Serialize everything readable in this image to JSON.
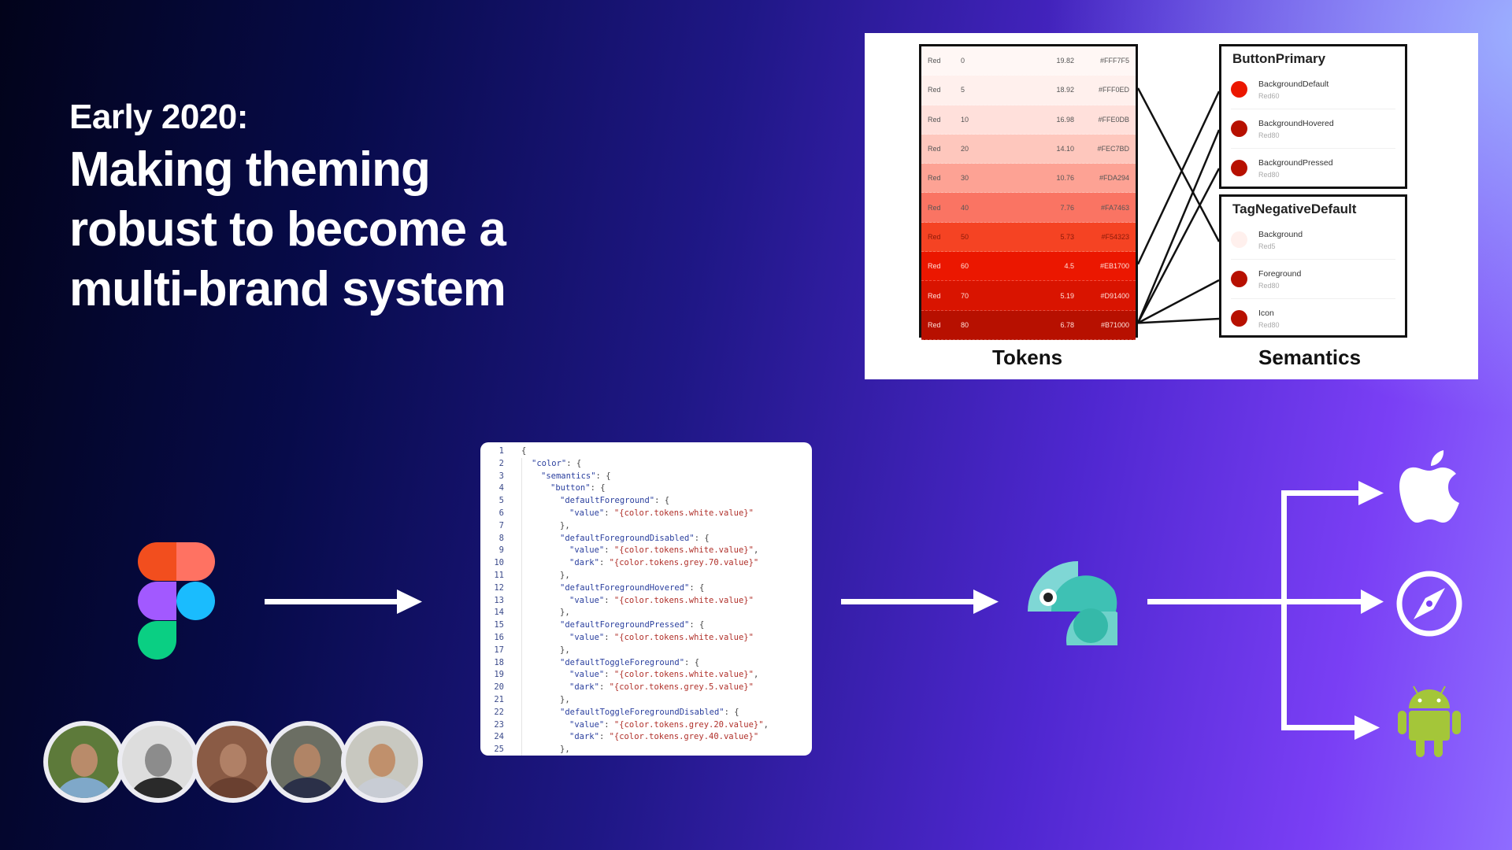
{
  "slide": {
    "eyebrow": "Early 2020:",
    "headline_lines": [
      "Making theming",
      "robust to become a",
      "multi-brand system"
    ]
  },
  "diagram": {
    "tokens_caption": "Tokens",
    "semantics_caption": "Semantics",
    "tokens": [
      {
        "name": "Red",
        "step": "0",
        "contrast": "19.82",
        "hex": "#FFF7F5",
        "text_color": "#555555"
      },
      {
        "name": "Red",
        "step": "5",
        "contrast": "18.92",
        "hex": "#FFF0ED",
        "text_color": "#555555"
      },
      {
        "name": "Red",
        "step": "10",
        "contrast": "16.98",
        "hex": "#FFE0DB",
        "text_color": "#555555"
      },
      {
        "name": "Red",
        "step": "20",
        "contrast": "14.10",
        "hex": "#FEC7BD",
        "text_color": "#555555"
      },
      {
        "name": "Red",
        "step": "30",
        "contrast": "10.76",
        "hex": "#FDA294",
        "text_color": "#555555"
      },
      {
        "name": "Red",
        "step": "40",
        "contrast": "7.76",
        "hex": "#FA7463",
        "text_color": "#555555"
      },
      {
        "name": "Red",
        "step": "50",
        "contrast": "5.73",
        "hex": "#F54323",
        "text_color": "#8a1a0a"
      },
      {
        "name": "Red",
        "step": "60",
        "contrast": "4.5",
        "hex": "#EB1700",
        "text_color": "#ffe0da"
      },
      {
        "name": "Red",
        "step": "70",
        "contrast": "5.19",
        "hex": "#D91400",
        "text_color": "#ffe0da"
      },
      {
        "name": "Red",
        "step": "80",
        "contrast": "6.78",
        "hex": "#B71000",
        "text_color": "#ffe0da"
      }
    ],
    "semantic_groups": [
      {
        "title": "ButtonPrimary",
        "items": [
          {
            "label": "BackgroundDefault",
            "token": "Red60",
            "color": "#EB1700"
          },
          {
            "label": "BackgroundHovered",
            "token": "Red80",
            "color": "#B71000"
          },
          {
            "label": "BackgroundPressed",
            "token": "Red80",
            "color": "#B71000"
          }
        ]
      },
      {
        "title": "TagNegativeDefault",
        "items": [
          {
            "label": "Background",
            "token": "Red5",
            "color": "#FFF0ED"
          },
          {
            "label": "Foreground",
            "token": "Red80",
            "color": "#B71000"
          },
          {
            "label": "Icon",
            "token": "Red80",
            "color": "#B71000"
          }
        ]
      }
    ],
    "connections": [
      {
        "from_token": "5",
        "to": "TagNegativeDefault.Background"
      },
      {
        "from_token": "60",
        "to": "ButtonPrimary.BackgroundDefault"
      },
      {
        "from_token": "80",
        "to": "ButtonPrimary.BackgroundHovered"
      },
      {
        "from_token": "80",
        "to": "ButtonPrimary.BackgroundPressed"
      },
      {
        "from_token": "80",
        "to": "TagNegativeDefault.Foreground"
      },
      {
        "from_token": "80",
        "to": "TagNegativeDefault.Icon"
      }
    ]
  },
  "code": {
    "lines": [
      {
        "n": "1",
        "indent": 0,
        "key": "",
        "rest": "{"
      },
      {
        "n": "2",
        "indent": 1,
        "key": "\"color\"",
        "rest": ": {"
      },
      {
        "n": "3",
        "indent": 2,
        "key": "\"semantics\"",
        "rest": ": {"
      },
      {
        "n": "4",
        "indent": 3,
        "key": "\"button\"",
        "rest": ": {"
      },
      {
        "n": "5",
        "indent": 4,
        "key": "\"defaultForeground\"",
        "rest": ": {"
      },
      {
        "n": "6",
        "indent": 5,
        "key": "\"value\"",
        "rest": ": ",
        "str": "\"{color.tokens.white.value}\""
      },
      {
        "n": "7",
        "indent": 4,
        "key": "",
        "rest": "},"
      },
      {
        "n": "8",
        "indent": 4,
        "key": "\"defaultForegroundDisabled\"",
        "rest": ": {"
      },
      {
        "n": "9",
        "indent": 5,
        "key": "\"value\"",
        "rest": ": ",
        "str": "\"{color.tokens.white.value}\"",
        "tail": ","
      },
      {
        "n": "10",
        "indent": 5,
        "key": "\"dark\"",
        "rest": ": ",
        "str": "\"{color.tokens.grey.70.value}\""
      },
      {
        "n": "11",
        "indent": 4,
        "key": "",
        "rest": "},"
      },
      {
        "n": "12",
        "indent": 4,
        "key": "\"defaultForegroundHovered\"",
        "rest": ": {"
      },
      {
        "n": "13",
        "indent": 5,
        "key": "\"value\"",
        "rest": ": ",
        "str": "\"{color.tokens.white.value}\""
      },
      {
        "n": "14",
        "indent": 4,
        "key": "",
        "rest": "},"
      },
      {
        "n": "15",
        "indent": 4,
        "key": "\"defaultForegroundPressed\"",
        "rest": ": {"
      },
      {
        "n": "16",
        "indent": 5,
        "key": "\"value\"",
        "rest": ": ",
        "str": "\"{color.tokens.white.value}\""
      },
      {
        "n": "17",
        "indent": 4,
        "key": "",
        "rest": "},"
      },
      {
        "n": "18",
        "indent": 4,
        "key": "\"defaultToggleForeground\"",
        "rest": ": {"
      },
      {
        "n": "19",
        "indent": 5,
        "key": "\"value\"",
        "rest": ": ",
        "str": "\"{color.tokens.white.value}\"",
        "tail": ","
      },
      {
        "n": "20",
        "indent": 5,
        "key": "\"dark\"",
        "rest": ": ",
        "str": "\"{color.tokens.grey.5.value}\""
      },
      {
        "n": "21",
        "indent": 4,
        "key": "",
        "rest": "},"
      },
      {
        "n": "22",
        "indent": 4,
        "key": "\"defaultToggleForegroundDisabled\"",
        "rest": ": {"
      },
      {
        "n": "23",
        "indent": 5,
        "key": "\"value\"",
        "rest": ": ",
        "str": "\"{color.tokens.grey.20.value}\"",
        "tail": ","
      },
      {
        "n": "24",
        "indent": 5,
        "key": "\"dark\"",
        "rest": ": ",
        "str": "\"{color.tokens.grey.40.value}\""
      },
      {
        "n": "25",
        "indent": 4,
        "key": "",
        "rest": "},"
      }
    ]
  },
  "pipeline": {
    "source_icon": "figma-logo-icon",
    "transformer_icon": "chameleon-logo-icon",
    "targets": [
      {
        "name": "ios",
        "icon": "apple-icon"
      },
      {
        "name": "web",
        "icon": "compass-icon"
      },
      {
        "name": "android",
        "icon": "android-icon"
      }
    ]
  },
  "team": {
    "avatars": [
      {
        "name": "team-member-1",
        "bg": "#5d7a3a",
        "skin": "#b98b6a",
        "shirt": "#7fa8c9"
      },
      {
        "name": "team-member-2",
        "bg": "#dddddd",
        "skin": "#8c8c8c",
        "shirt": "#2a2a2a"
      },
      {
        "name": "team-member-3",
        "bg": "#8a5b45",
        "skin": "#b08066",
        "shirt": "#6a4030"
      },
      {
        "name": "team-member-4",
        "bg": "#6b6e63",
        "skin": "#b08466",
        "shirt": "#2b3048"
      },
      {
        "name": "team-member-5",
        "bg": "#c8c8c0",
        "skin": "#c0906c",
        "shirt": "#c8ccd4"
      }
    ]
  },
  "colors": {
    "arrow": "#ffffff",
    "android_green": "#a4c639",
    "figma_red": "#F24E1E",
    "figma_coral": "#FF7262",
    "figma_purple": "#A259FF",
    "figma_blue": "#1ABCFE",
    "figma_green": "#0ACF83"
  }
}
